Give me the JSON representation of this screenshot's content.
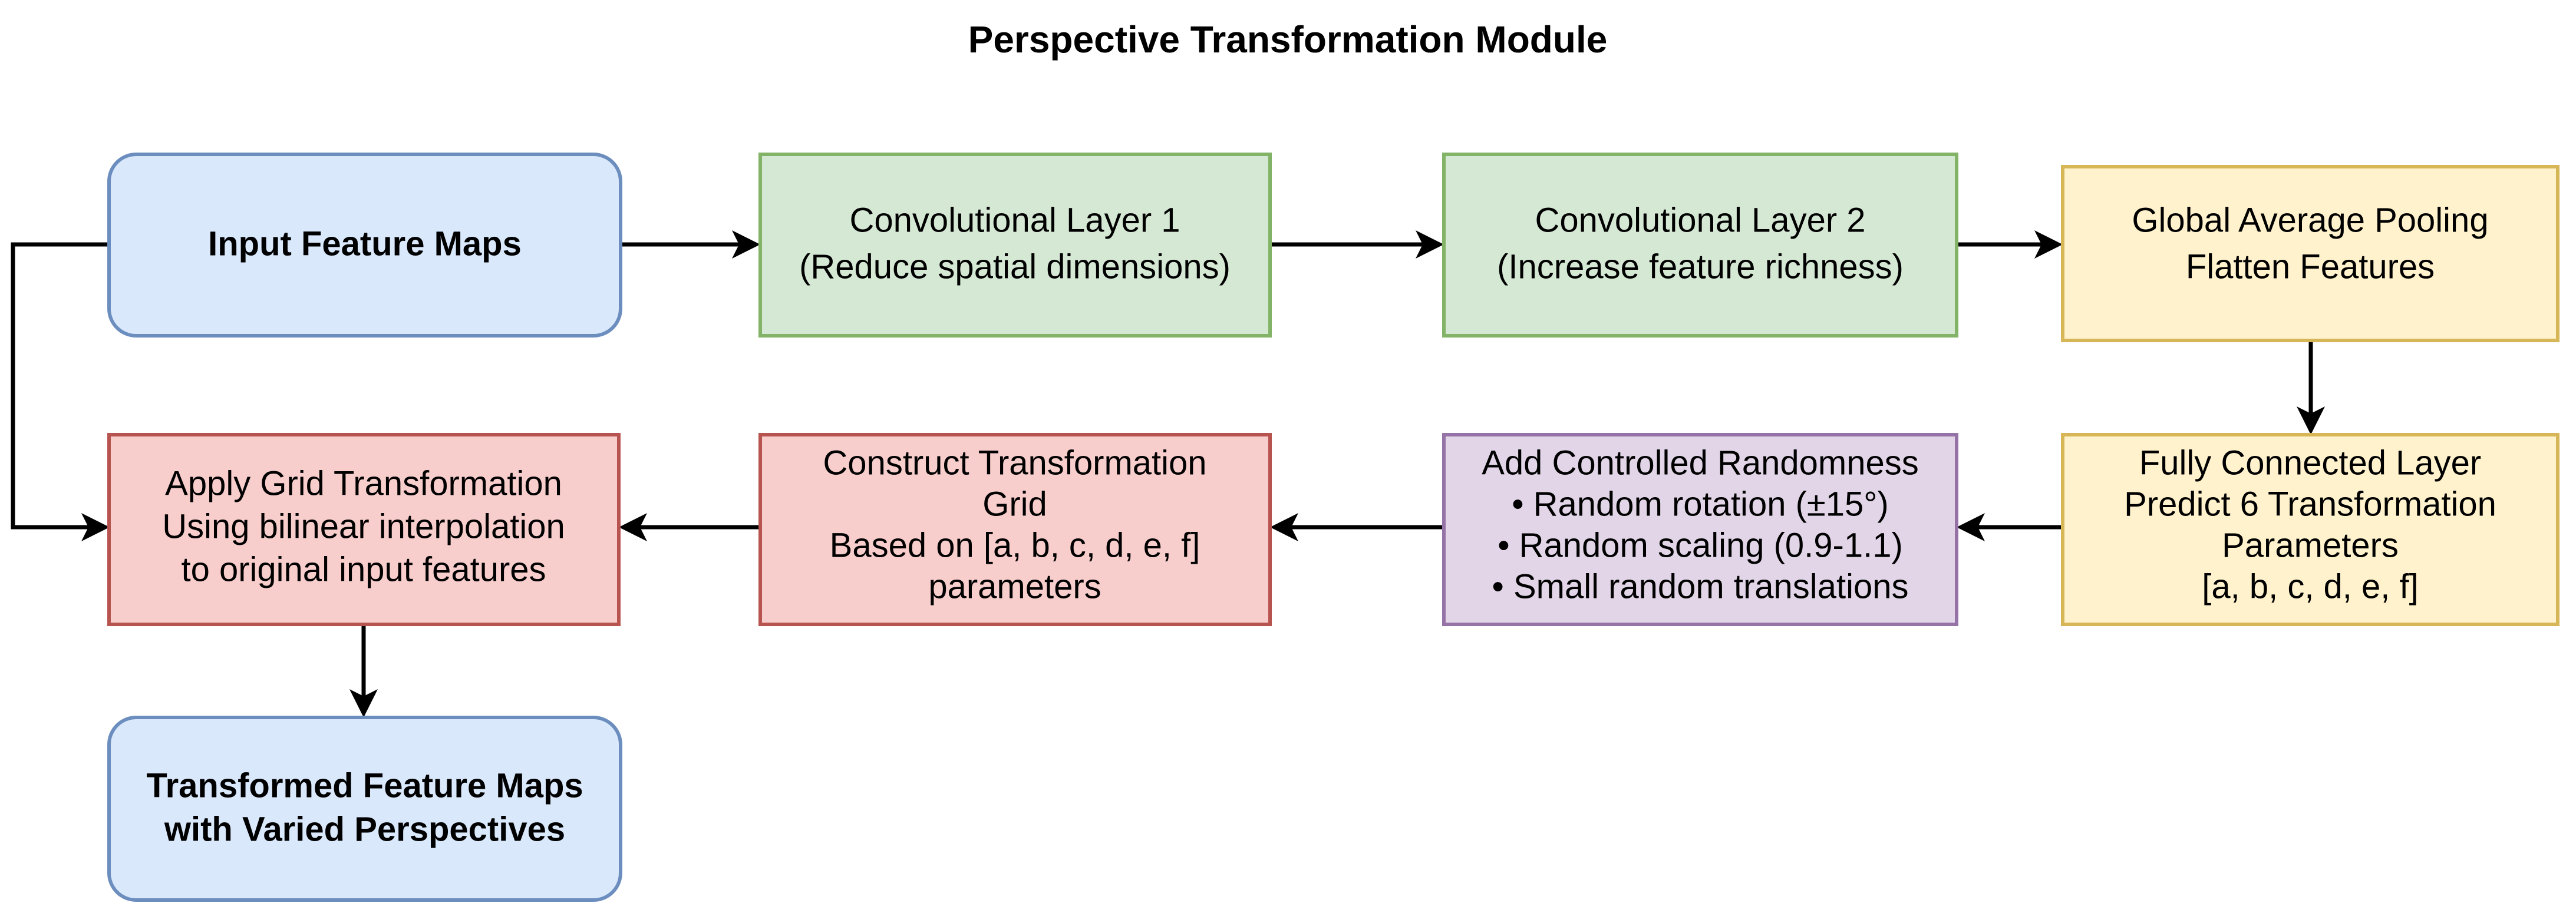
{
  "title": "Perspective Transformation Module",
  "colors": {
    "blue_fill": "#dae8fc",
    "blue_stroke": "#6c8ebf",
    "green_fill": "#d5e8d4",
    "green_stroke": "#82b366",
    "yellow_fill": "#fff2cc",
    "yellow_stroke": "#d6b656",
    "red_fill": "#f8cecc",
    "red_stroke": "#b85450",
    "purple_fill": "#e1d5e7",
    "purple_stroke": "#9673a6",
    "edge": "#000000",
    "text": "#000000",
    "background": "#ffffff"
  },
  "nodes": {
    "input_feature_maps": {
      "label": "Input Feature Maps",
      "lines": [
        "Input Feature Maps"
      ],
      "shape": "rounded-rectangle",
      "fill": "#dae8fc",
      "stroke": "#6c8ebf",
      "bold": true
    },
    "conv_layer_1": {
      "label": "Convolutional Layer 1",
      "lines": [
        "Convolutional Layer 1",
        "(Reduce spatial dimensions)"
      ],
      "shape": "rectangle",
      "fill": "#d5e8d4",
      "stroke": "#82b366",
      "bold": false
    },
    "conv_layer_2": {
      "label": "Convolutional Layer 2",
      "lines": [
        "Convolutional Layer 2",
        "(Increase feature richness)"
      ],
      "shape": "rectangle",
      "fill": "#d5e8d4",
      "stroke": "#82b366",
      "bold": false
    },
    "global_average_pooling": {
      "label": "Global Average Pooling",
      "lines": [
        "Global Average Pooling",
        "Flatten Features"
      ],
      "shape": "rectangle",
      "fill": "#fff2cc",
      "stroke": "#d6b656",
      "bold": false
    },
    "fully_connected_layer": {
      "label": "Fully Connected Layer",
      "lines": [
        "Fully Connected Layer",
        "Predict 6 Transformation",
        "Parameters",
        "[a, b, c, d, e, f]"
      ],
      "shape": "rectangle",
      "fill": "#fff2cc",
      "stroke": "#d6b656",
      "bold": false
    },
    "add_controlled_randomness": {
      "label": "Add Controlled Randomness",
      "lines": [
        "Add Controlled Randomness",
        "• Random rotation (±15°)",
        "• Random scaling (0.9-1.1)",
        "• Small random translations"
      ],
      "shape": "rectangle",
      "fill": "#e1d5e7",
      "stroke": "#9673a6",
      "bold": false
    },
    "construct_transformation_grid": {
      "label": "Construct Transformation Grid",
      "lines": [
        "Construct Transformation",
        "Grid",
        "Based on [a, b, c, d, e, f]",
        "parameters"
      ],
      "shape": "rectangle",
      "fill": "#f8cecc",
      "stroke": "#b85450",
      "bold": false
    },
    "apply_grid_transformation": {
      "label": "Apply Grid Transformation",
      "lines": [
        "Apply Grid Transformation",
        "Using bilinear interpolation",
        "to original input features"
      ],
      "shape": "rectangle",
      "fill": "#f8cecc",
      "stroke": "#b85450",
      "bold": false
    },
    "transformed_feature_maps": {
      "label": "Transformed Feature Maps with Varied Perspectives",
      "lines": [
        "Transformed Feature Maps",
        "with Varied Perspectives"
      ],
      "shape": "rounded-rectangle",
      "fill": "#dae8fc",
      "stroke": "#6c8ebf",
      "bold": true
    }
  },
  "edges": [
    {
      "from": "input_feature_maps",
      "to": "conv_layer_1",
      "direction": "right"
    },
    {
      "from": "conv_layer_1",
      "to": "conv_layer_2",
      "direction": "right"
    },
    {
      "from": "conv_layer_2",
      "to": "global_average_pooling",
      "direction": "right"
    },
    {
      "from": "global_average_pooling",
      "to": "fully_connected_layer",
      "direction": "down"
    },
    {
      "from": "fully_connected_layer",
      "to": "add_controlled_randomness",
      "direction": "left"
    },
    {
      "from": "add_controlled_randomness",
      "to": "construct_transformation_grid",
      "direction": "left"
    },
    {
      "from": "construct_transformation_grid",
      "to": "apply_grid_transformation",
      "direction": "left"
    },
    {
      "from": "input_feature_maps",
      "to": "apply_grid_transformation",
      "direction": "left-loop"
    },
    {
      "from": "apply_grid_transformation",
      "to": "transformed_feature_maps",
      "direction": "down"
    }
  ]
}
